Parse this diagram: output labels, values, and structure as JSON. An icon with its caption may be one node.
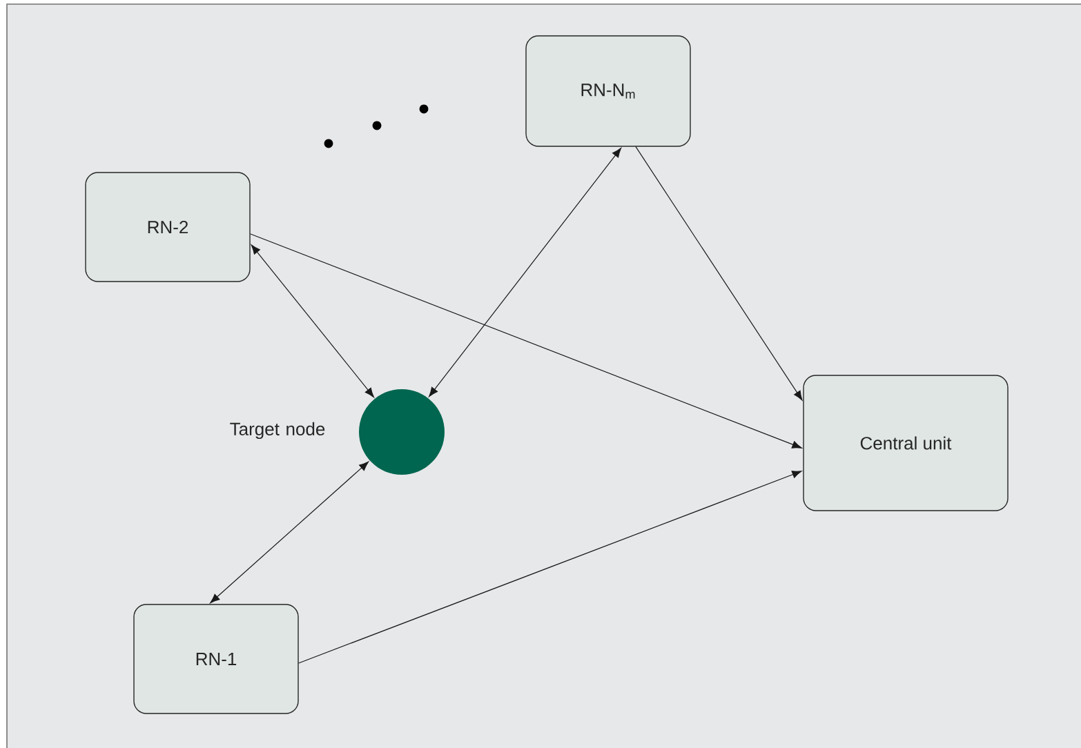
{
  "diagram": {
    "nodes": [
      {
        "text": [
          "RN-N$_{m}$"
        ]
      },
      {
        "text": [
          "RN-2"
        ]
      },
      {
        "text": [],
        "shape": "circle",
        "beside": [
          "Target node"
        ]
      },
      {
        "text": [
          "Central unit"
        ]
      },
      {
        "text": [
          "RN-1"
        ]
      }
    ],
    "edges": [
      {
        "from": 1,
        "to": 2,
        "arrow": "both"
      },
      {
        "from": 0,
        "to": 2,
        "arrow": "both"
      },
      {
        "from": 4,
        "to": 2,
        "arrow": "both"
      },
      {
        "from": 1,
        "to": 3,
        "arrow": "to"
      },
      {
        "from": 0,
        "to": 3,
        "arrow": "to"
      },
      {
        "from": 4,
        "to": 3,
        "arrow": "to"
      }
    ]
  }
}
